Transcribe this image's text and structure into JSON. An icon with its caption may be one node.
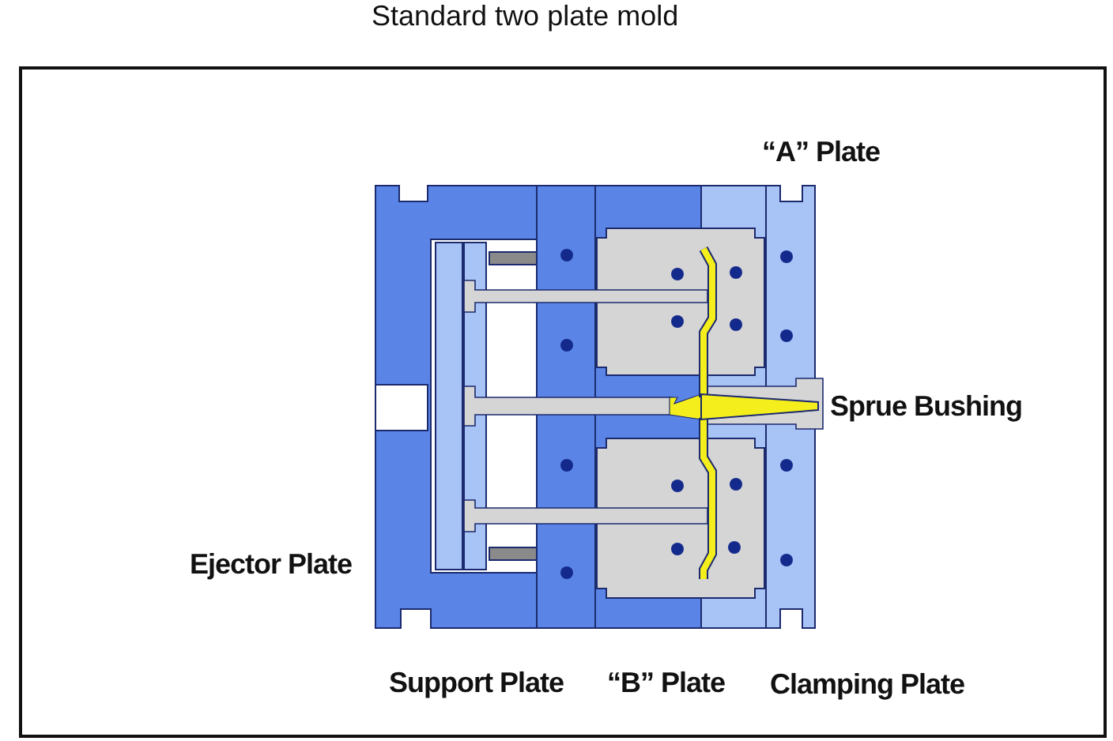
{
  "diagram": {
    "title": "Standard two plate mold",
    "labels": [
      "“A” Plate",
      "Sprue Bushing",
      "Ejector Plate",
      "Support Plate",
      "“B” Plate",
      "Clamping Plate"
    ]
  }
}
